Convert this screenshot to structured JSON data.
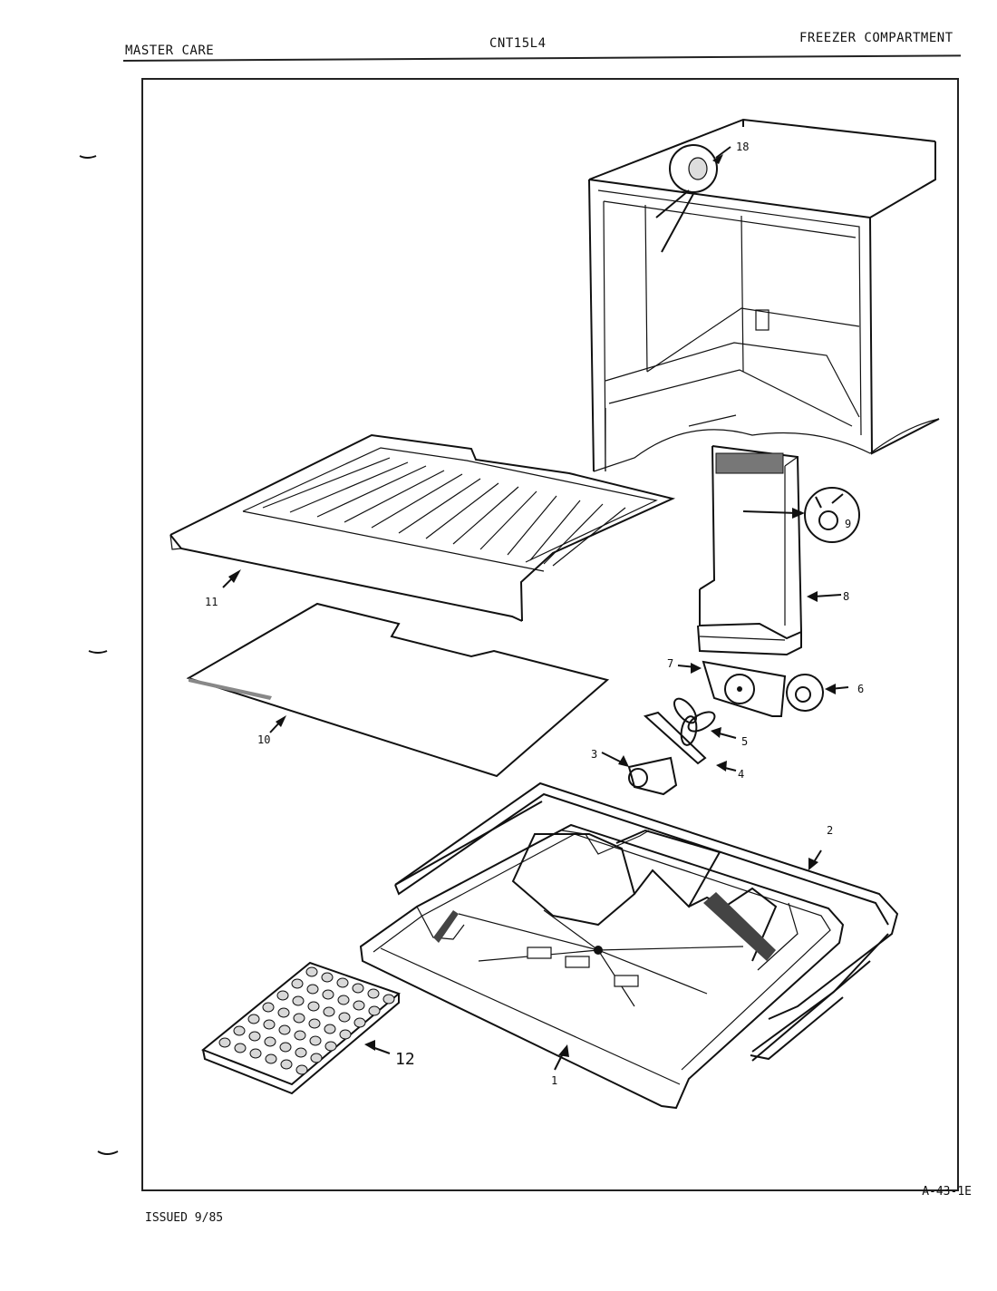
{
  "header": {
    "brand": "MASTER CARE",
    "model": "CNT15L4",
    "section": "FREEZER COMPARTMENT"
  },
  "footer": {
    "issued": "ISSUED 9/85",
    "diagram_code": "A-43-1E"
  },
  "callouts": {
    "c1": "1",
    "c2": "2",
    "c3": "3",
    "c4": "4",
    "c5": "5",
    "c6": "6",
    "c7": "7",
    "c8": "8",
    "c9": "9",
    "c10": "10",
    "c11": "11",
    "c12": "12",
    "c18": "18"
  }
}
